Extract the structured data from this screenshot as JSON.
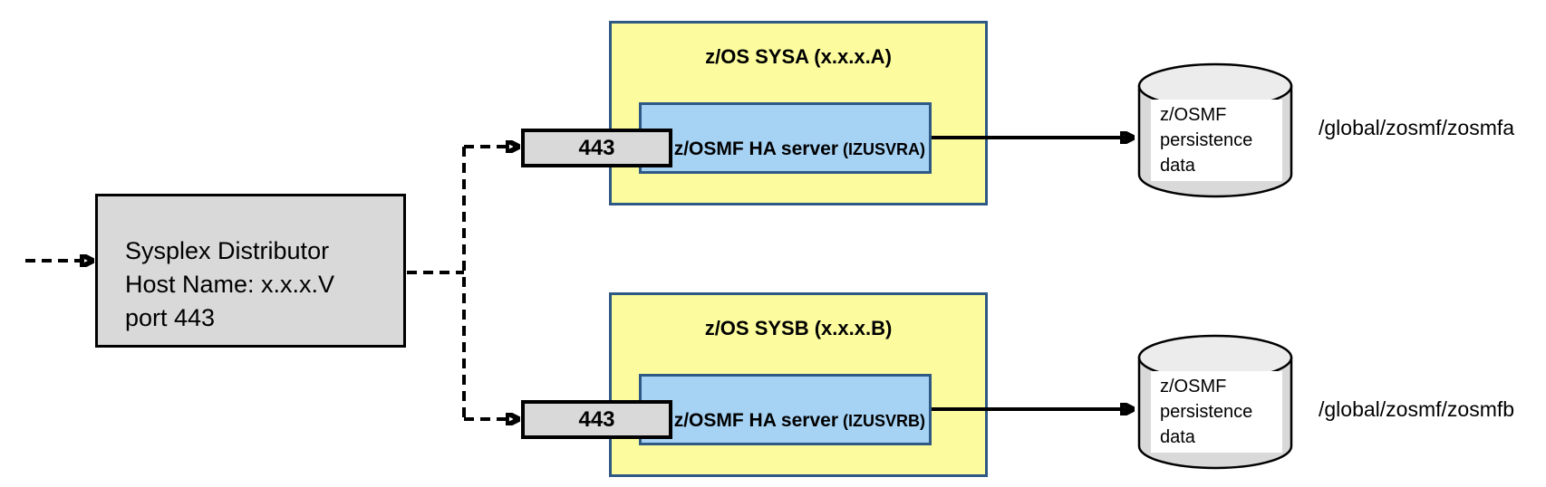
{
  "palette": {
    "yellow_fill": "#FCFC9E",
    "blue_fill": "#A6D2F4",
    "dark_blue_border": "#2E5984",
    "gray_fill": "#D9D9D9",
    "cylinder_top_fill": "#ECECEC",
    "line_black": "#000000",
    "label_bg": "#FFFFFF"
  },
  "distributor": {
    "line1": "Sysplex Distributor",
    "line2": "Host Name: x.x.x.V",
    "line3": "port 443"
  },
  "systems": [
    {
      "title": "z/OS SYSA (x.x.x.A)",
      "port_label": "443",
      "server_label": "z/OSMF HA server",
      "server_id": "(IZUSVRA)",
      "datastore": {
        "line1": "z/OSMF",
        "line2": "persistence",
        "line3": "data"
      },
      "path_label": "/global/zosmf/zosmfa"
    },
    {
      "title": "z/OS SYSB (x.x.x.B)",
      "port_label": "443",
      "server_label": "z/OSMF HA server",
      "server_id": "(IZUSVRB)",
      "datastore": {
        "line1": "z/OSMF",
        "line2": "persistence",
        "line3": "data"
      },
      "path_label": "/global/zosmf/zosmfb"
    }
  ]
}
